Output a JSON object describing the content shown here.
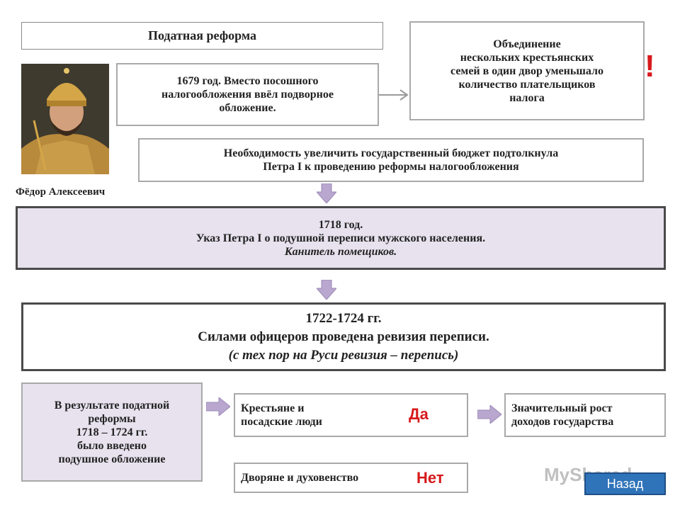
{
  "title": "Податная реформа",
  "box_1679": [
    "1679 год. Вместо посошного",
    "налогообложения ввёл подворное",
    "обложение."
  ],
  "box_unite": [
    "Объединение",
    "нескольких крестьянских",
    "семей в один двор уменьшало",
    "количество плательщиков",
    "налога"
  ],
  "exclaim": "!",
  "portrait_caption": "Фёдор Алексеевич",
  "box_need": [
    "Необходимость увеличить государственный бюджет подтолкнула",
    "Петра I к проведению реформы налогообложения"
  ],
  "box_1718": {
    "year": "1718 год.",
    "text": "Указ Петра I о подушной переписи мужского населения.",
    "note": "Канитель помещиков."
  },
  "box_1722": {
    "year": "1722-1724 гг.",
    "text": "Силами офицеров проведена ревизия переписи.",
    "note": "(с тех пор на Руси ревизия – перепись)"
  },
  "box_result": [
    "В результате податной",
    "реформы",
    "1718 – 1724 гг.",
    "было введено",
    "подушное обложение"
  ],
  "box_peasants": {
    "text": [
      "Крестьяне и",
      "посадские люди"
    ],
    "answer": "Да"
  },
  "box_nobles": {
    "text": "Дворяне и духовенство",
    "answer": "Нет"
  },
  "box_growth": [
    "Значительный рост",
    "доходов государства"
  ],
  "back_button": "Назад",
  "watermark": "MyShared",
  "colors": {
    "accent": "#d7191c",
    "arrow": "#b9a7cf",
    "lilac": "#e7e2ee",
    "button": "#2f73b9"
  }
}
